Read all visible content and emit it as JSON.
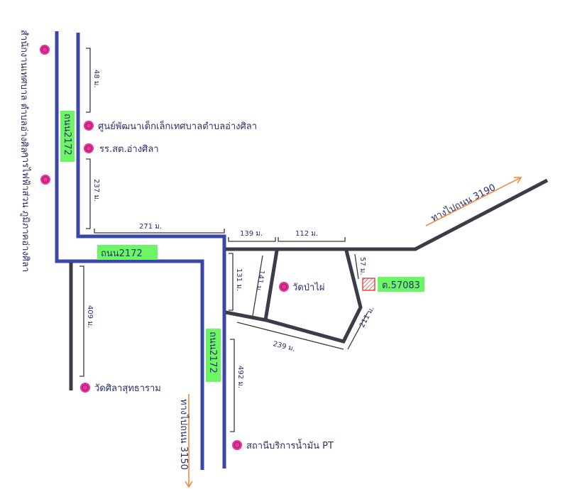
{
  "roads": {
    "road_2172_label": "ถนน2172",
    "road_3190_label": "ทางไปถนน 3190",
    "road_3150_label": "ทางไปถนน 3150"
  },
  "distances": {
    "d_top": "48 ม.",
    "d_237": "237 ม.",
    "d_271": "271 ม.",
    "d_139": "139 ม.",
    "d_112": "112 ม.",
    "d_131": "131 ม.",
    "d_141": "141 ม.",
    "d_409": "409 ม.",
    "d_57": "57 ม.",
    "d_211": "211 ม.",
    "d_239": "239 ม.",
    "d_492": "492 ม."
  },
  "places": {
    "municipal_office": "สำนักงานเทศบาล ตำบลอ่างศิลา",
    "child_center": "ศูนย์พัฒนาเด็กเล็กเทศบาลตำบลอ่างศิลา",
    "school": "รร.สต.อ่างศิลา",
    "electric_office": "การไฟฟ้าส่วน ภูมิภาคอ่างศิลา",
    "wat_pamai": "วัดป่าไผ่",
    "wat_sila": "วัดศิลาสุทธาราม",
    "gas_station": "สถานีบริการน้ำมัน PT"
  },
  "target": {
    "label": "ต.57083",
    "color": "#e84a4a"
  },
  "colors": {
    "road_main": "#3a47a8",
    "road_local": "#3c3c48",
    "highlight": "#6cf564",
    "pin": "#e8339a",
    "arrow": "#f08a3c"
  }
}
